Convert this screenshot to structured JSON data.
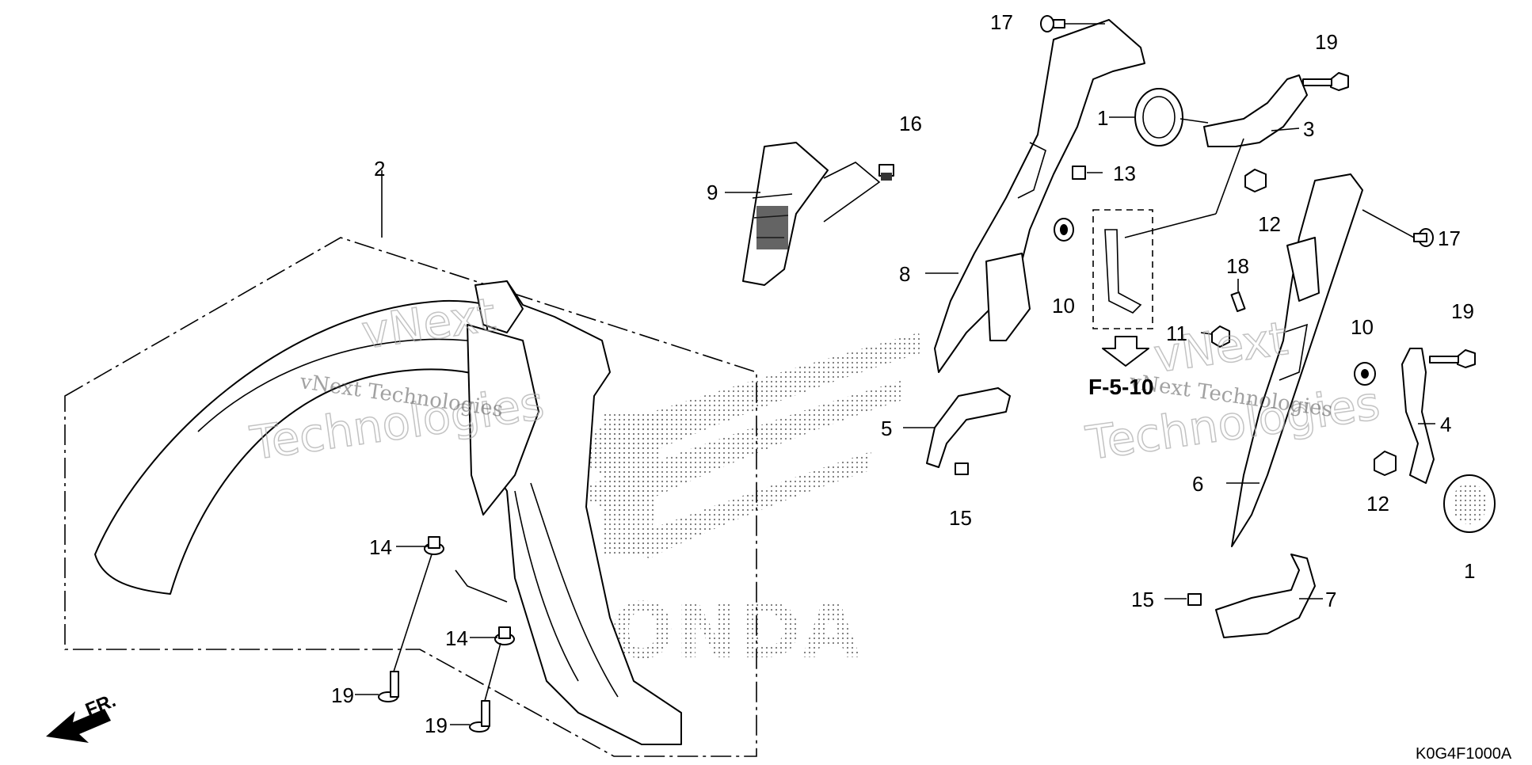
{
  "diagram": {
    "callouts": [
      {
        "id": "c-2",
        "label": "2"
      },
      {
        "id": "c-14a",
        "label": "14"
      },
      {
        "id": "c-14b",
        "label": "14"
      },
      {
        "id": "c-19a",
        "label": "19"
      },
      {
        "id": "c-19b",
        "label": "19"
      },
      {
        "id": "c-9",
        "label": "9"
      },
      {
        "id": "c-16",
        "label": "16"
      },
      {
        "id": "c-17a",
        "label": "17"
      },
      {
        "id": "c-8",
        "label": "8"
      },
      {
        "id": "c-1a",
        "label": "1"
      },
      {
        "id": "c-13",
        "label": "13"
      },
      {
        "id": "c-10a",
        "label": "10"
      },
      {
        "id": "c-5",
        "label": "5"
      },
      {
        "id": "c-15a",
        "label": "15"
      },
      {
        "id": "c-19c",
        "label": "19"
      },
      {
        "id": "c-3",
        "label": "3"
      },
      {
        "id": "c-12a",
        "label": "12"
      },
      {
        "id": "c-17b",
        "label": "17"
      },
      {
        "id": "c-18",
        "label": "18"
      },
      {
        "id": "c-11",
        "label": "11"
      },
      {
        "id": "c-10b",
        "label": "10"
      },
      {
        "id": "c-19d",
        "label": "19"
      },
      {
        "id": "c-4",
        "label": "4"
      },
      {
        "id": "c-6",
        "label": "6"
      },
      {
        "id": "c-12b",
        "label": "12"
      },
      {
        "id": "c-1b",
        "label": "1"
      },
      {
        "id": "c-15b",
        "label": "15"
      },
      {
        "id": "c-7",
        "label": "7"
      }
    ],
    "reference": "F-5-10",
    "direction": "FR.",
    "drawing_code": "K0G4F1000A",
    "background_logo": "HONDA",
    "watermark": {
      "line1": "vNext",
      "line2": "Technologies",
      "small": "vNext Technologies"
    }
  }
}
